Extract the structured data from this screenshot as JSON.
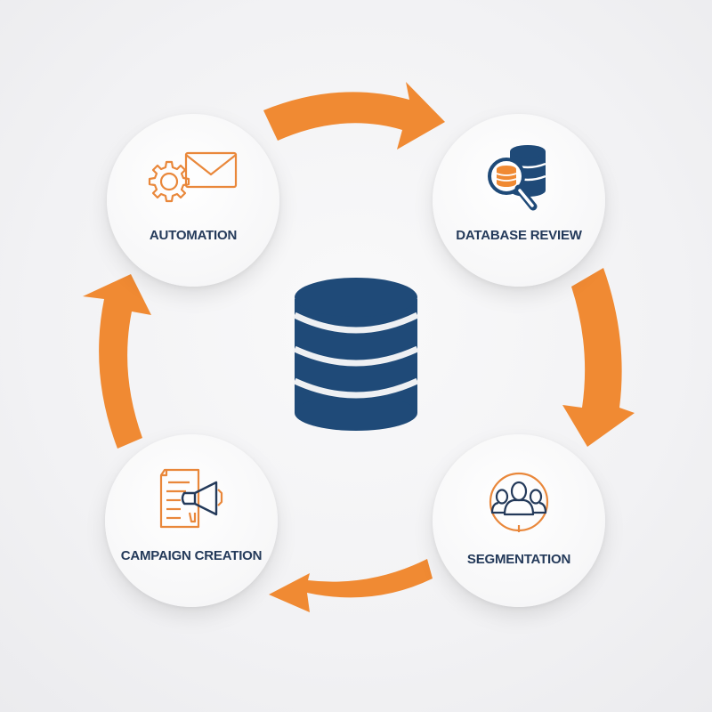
{
  "diagram": {
    "type": "cycle",
    "center": {
      "icon": "database-icon",
      "color": "#1f4a78"
    },
    "accent_color": "#f08a33",
    "text_color": "#243a5a",
    "steps": [
      {
        "label": "DATABASE REVIEW",
        "icon": "database-search-icon"
      },
      {
        "label": "SEGMENTATION",
        "icon": "user-group-target-icon"
      },
      {
        "label": "CAMPAIGN CREATION",
        "icon": "document-megaphone-icon"
      },
      {
        "label": "AUTOMATION",
        "icon": "gear-email-icon"
      }
    ],
    "flow_direction": "clockwise"
  }
}
